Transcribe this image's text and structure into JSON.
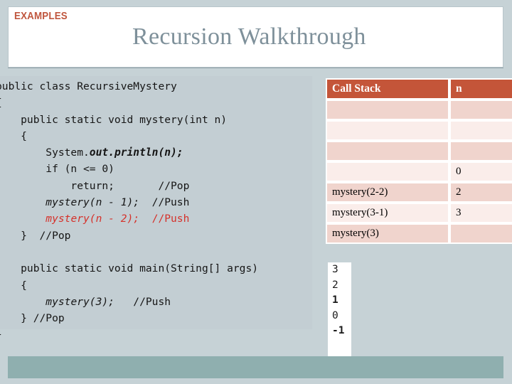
{
  "slide": {
    "eyebrow": "EXAMPLES",
    "title": "Recursion Walkthrough",
    "background_color": "#c6d2d6",
    "accent_color": "#c45539",
    "title_color": "#7e909a",
    "strip_color": "#8fafaf"
  },
  "code": {
    "language": "java",
    "background_color": "#c3ced3",
    "highlight_color": "#d5312a",
    "lines": [
      {
        "id": "l1",
        "text": "public class RecursiveMystery"
      },
      {
        "id": "l2",
        "text": "{"
      },
      {
        "id": "l3",
        "text": "    public static void mystery(int n)"
      },
      {
        "id": "l4",
        "text": "    {"
      },
      {
        "id": "l5",
        "pre": "        System.",
        "em": "out.println(n);",
        "post": ""
      },
      {
        "id": "l6",
        "text": "        if (n <= 0)"
      },
      {
        "id": "l7",
        "text": "            return;       //Pop"
      },
      {
        "id": "l8",
        "pre": "        ",
        "em": "mystery(n - 1);",
        "post": "  //Push"
      },
      {
        "id": "l9",
        "pre": "        ",
        "em": "mystery(n - 2);",
        "post": "  //Push"
      },
      {
        "id": "l10",
        "text": "    }  //Pop"
      },
      {
        "id": "l11",
        "text": ""
      },
      {
        "id": "l12",
        "text": "    public static void main(String[] args)"
      },
      {
        "id": "l13",
        "text": "    {"
      },
      {
        "id": "l14",
        "pre": "        ",
        "em": "mystery(3);",
        "post": "   //Push"
      },
      {
        "id": "l15",
        "text": "    } //Pop"
      },
      {
        "id": "l16",
        "text": "}"
      }
    ]
  },
  "stack_table": {
    "headers": [
      "Call Stack",
      "n"
    ],
    "rows": [
      {
        "call": "",
        "n": ""
      },
      {
        "call": "",
        "n": ""
      },
      {
        "call": "",
        "n": ""
      },
      {
        "call": "",
        "n": "0"
      },
      {
        "call": "mystery(2-2)",
        "n": "2"
      },
      {
        "call": "mystery(3-1)",
        "n": "3"
      },
      {
        "call": "mystery(3)",
        "n": ""
      }
    ]
  },
  "output": {
    "lines": [
      {
        "value": "3",
        "bold": false
      },
      {
        "value": "2",
        "bold": false
      },
      {
        "value": "1",
        "bold": true
      },
      {
        "value": "0",
        "bold": false
      },
      {
        "value": "-1",
        "bold": true
      }
    ]
  }
}
